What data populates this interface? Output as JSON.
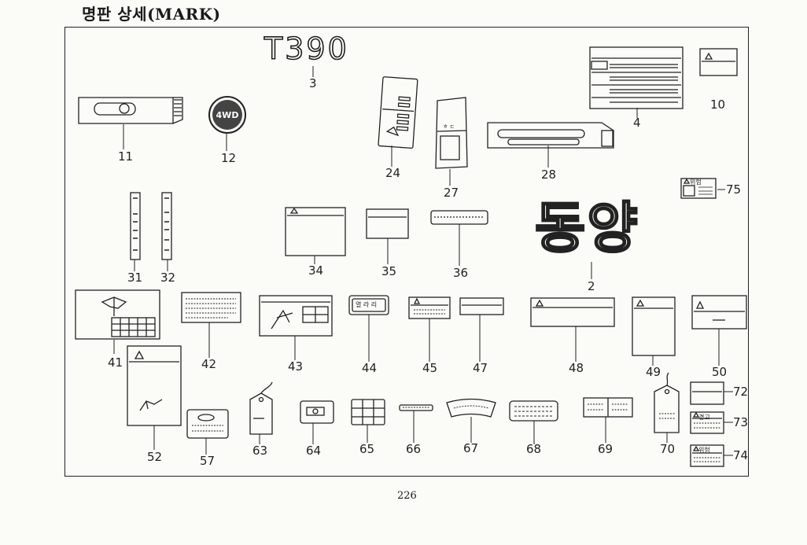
{
  "page": {
    "title": "명판 상세(MARK)",
    "page_number": "226"
  },
  "marks": {
    "t390": "T390",
    "fwd": "4WD",
    "dongyang": "동양"
  },
  "labels_text": {
    "l44": "열 라 리",
    "l72": "",
    "l73": "경고",
    "l74": "위험",
    "l75": "위험"
  },
  "part_numbers": {
    "p2": "2",
    "p3": "3",
    "p4": "4",
    "p10": "10",
    "p11": "11",
    "p12": "12",
    "p24": "24",
    "p27": "27",
    "p28": "28",
    "p31": "31",
    "p32": "32",
    "p34": "34",
    "p35": "35",
    "p36": "36",
    "p41": "41",
    "p42": "42",
    "p43": "43",
    "p44": "44",
    "p45": "45",
    "p47": "47",
    "p48": "48",
    "p49": "49",
    "p50": "50",
    "p52": "52",
    "p57": "57",
    "p63": "63",
    "p64": "64",
    "p65": "65",
    "p66": "66",
    "p67": "67",
    "p68": "68",
    "p69": "69",
    "p70": "70",
    "p72": "72",
    "p73": "73",
    "p74": "74",
    "p75": "75"
  }
}
